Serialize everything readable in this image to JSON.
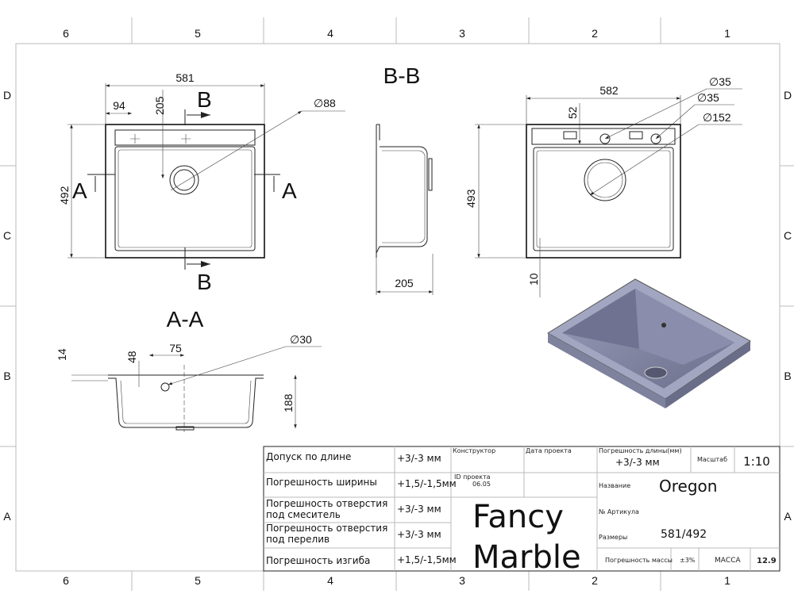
{
  "frame": {
    "columns": [
      "6",
      "5",
      "4",
      "3",
      "2",
      "1"
    ],
    "rows": [
      "D",
      "C",
      "B",
      "A"
    ]
  },
  "views": {
    "top": {
      "width": "581",
      "height": "492",
      "offset_x": "94",
      "offset_y": "205",
      "drain": "∅88",
      "section_a": "A",
      "section_b": "B"
    },
    "section_bb": {
      "title": "B-B",
      "depth": "205"
    },
    "top_right": {
      "width": "582",
      "height": "493",
      "offset": "52",
      "edge": "10",
      "hole1": "∅35",
      "hole2": "∅35",
      "drain": "∅152"
    },
    "section_aa": {
      "title": "A-A",
      "rim": "14",
      "overflow_offset": "48",
      "overflow_x": "75",
      "depth": "188",
      "overflow": "∅30"
    }
  },
  "title_block": {
    "rows": [
      {
        "label": "Допуск по длине",
        "value": "+3/-3 мм"
      },
      {
        "label": "Погрешность ширины",
        "value": "+1,5/-1,5мм"
      },
      {
        "label": "Погрешность отверстия под смеситель",
        "label_l1": "Погрешность отверстия",
        "label_l2": "под смеситель",
        "value": "+3/-3 мм"
      },
      {
        "label": "Погрешность отверстия под перелив",
        "label_l1": "Погрешность отверстия",
        "label_l2": "под перелив",
        "value": "+3/-3 мм"
      },
      {
        "label": "Погрешность изгиба",
        "value": "+1,5/-1,5мм"
      }
    ],
    "designer_label": "Конструктор",
    "date_label": "Дата проекта",
    "project_id_label": "ID проекта",
    "project_id": "06.05",
    "brand_l1": "Fancy",
    "brand_l2": "Marble",
    "length_tol_label": "Погрешность длины(мм)",
    "length_tol": "+3/-3 мм",
    "scale_label": "Масштаб",
    "scale": "1:10",
    "name_label": "Название",
    "name": "Oregon",
    "article_label": "№ Артикула",
    "size_label": "Размеры",
    "size": "581/492",
    "mass_tol_label": "Погрешность массы",
    "mass_tol": "±3%",
    "mass_label": "МАССА",
    "mass": "12.9"
  }
}
